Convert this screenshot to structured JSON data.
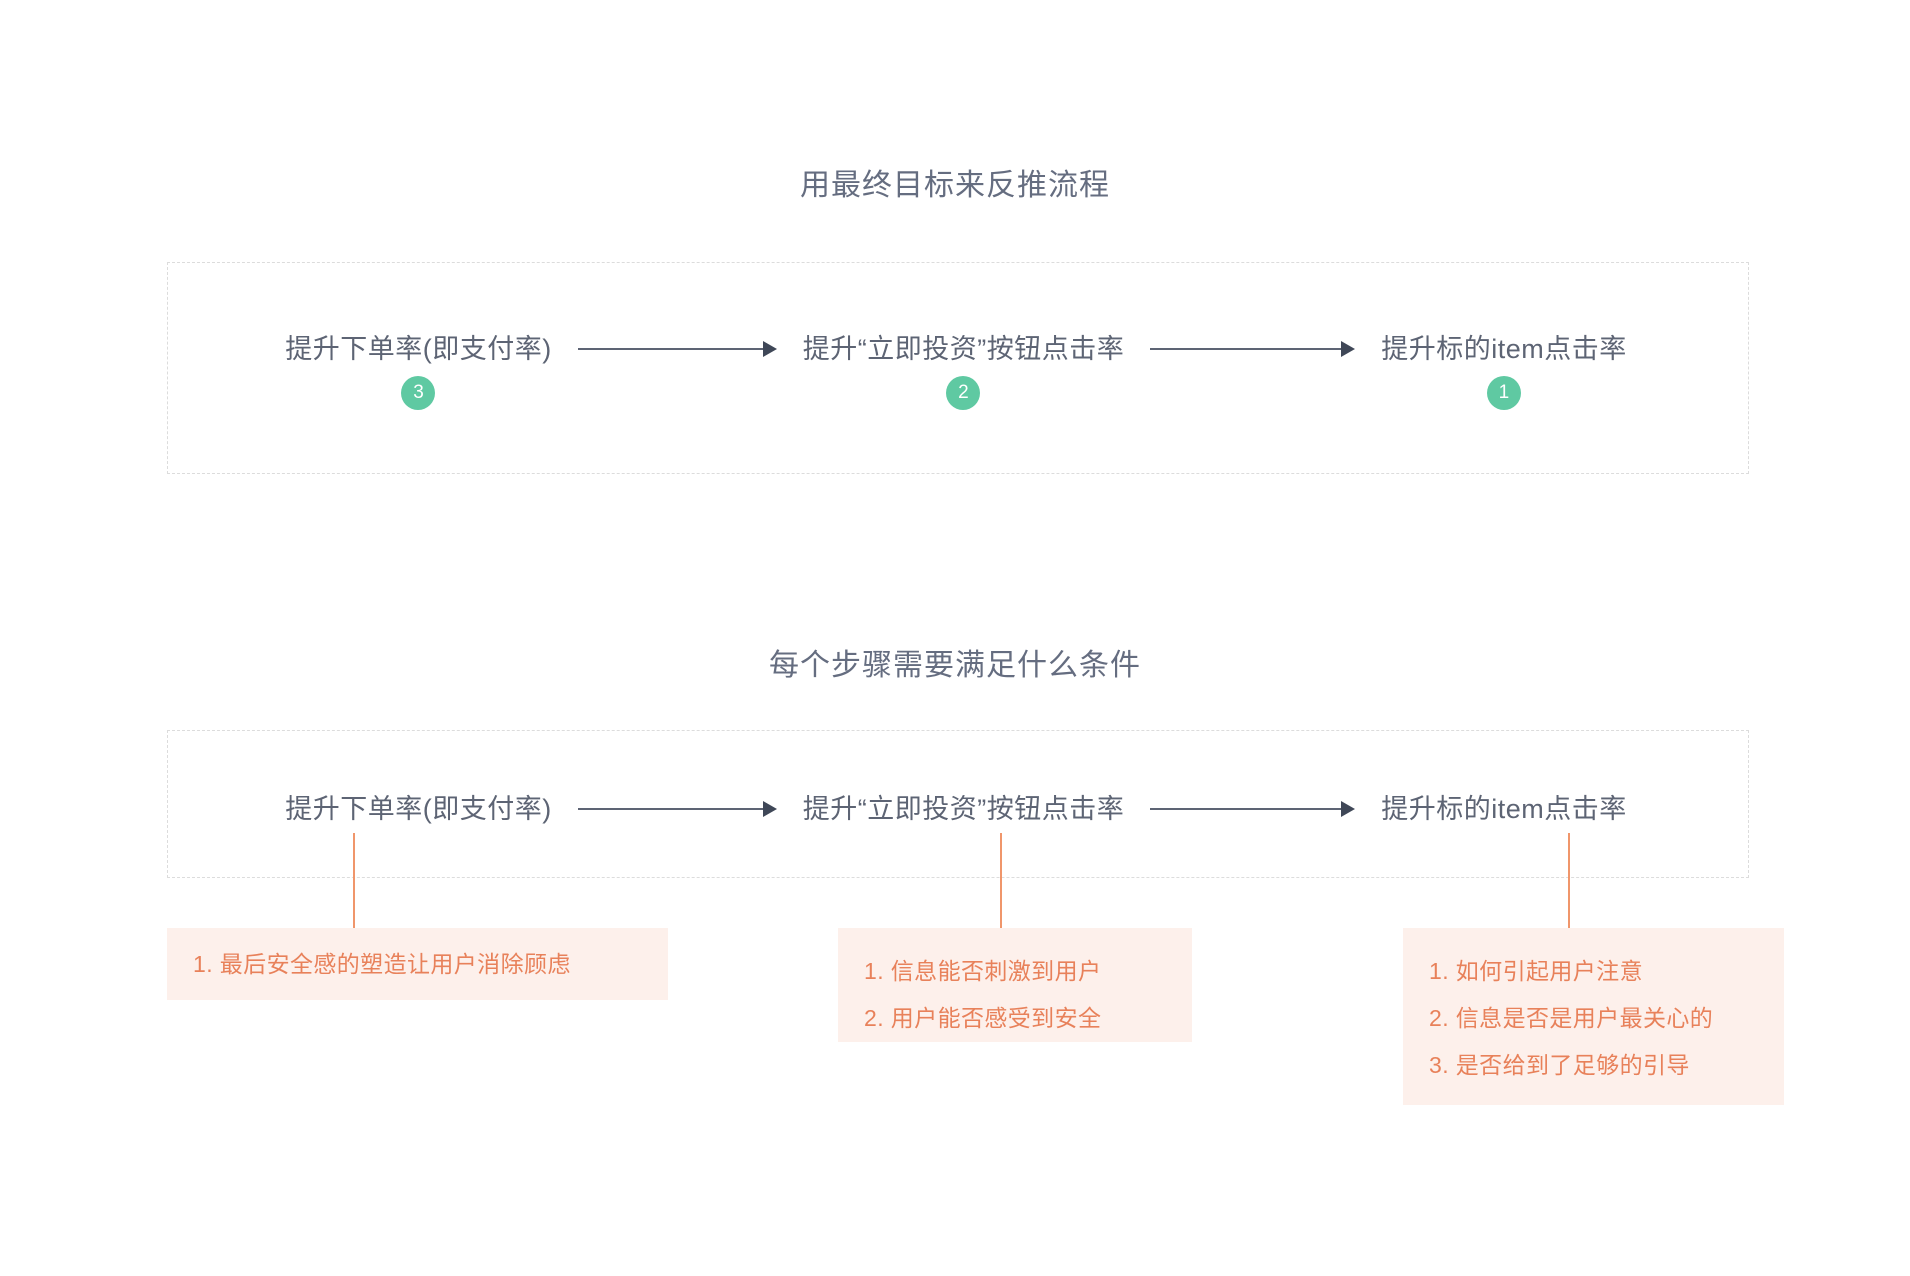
{
  "page": {
    "background_color": "#ffffff",
    "accent_green": "#5fc9a2",
    "accent_orange": "#e8815a",
    "condition_box_bg": "#fdf0eb",
    "text_color": "#5d6474"
  },
  "sections": [
    {
      "id": "goal-backtrack",
      "title": "用最终目标来反推流程",
      "nodes": [
        {
          "label": "提升下单率(即支付率)",
          "badge": "3"
        },
        {
          "label": "提升“立即投资”按钮点击率",
          "badge": "2"
        },
        {
          "label": "提升标的item点击率",
          "badge": "1"
        }
      ],
      "arrows": [
        "arrow-right",
        "arrow-right"
      ]
    },
    {
      "id": "step-conditions",
      "title": "每个步骤需要满足什么条件",
      "nodes": [
        {
          "label": "提升下单率(即支付率)"
        },
        {
          "label": "提升“立即投资”按钮点击率"
        },
        {
          "label": "提升标的item点击率"
        }
      ],
      "arrows": [
        "arrow-right",
        "arrow-right"
      ],
      "condition_boxes": [
        {
          "items": [
            "1. 最后安全感的塑造让用户消除顾虑"
          ]
        },
        {
          "items": [
            "1. 信息能否刺激到用户",
            "2. 用户能否感受到安全"
          ]
        },
        {
          "items": [
            "1. 如何引起用户注意",
            "2. 信息是否是用户最关心的",
            "3. 是否给到了足够的引导"
          ]
        }
      ]
    }
  ]
}
